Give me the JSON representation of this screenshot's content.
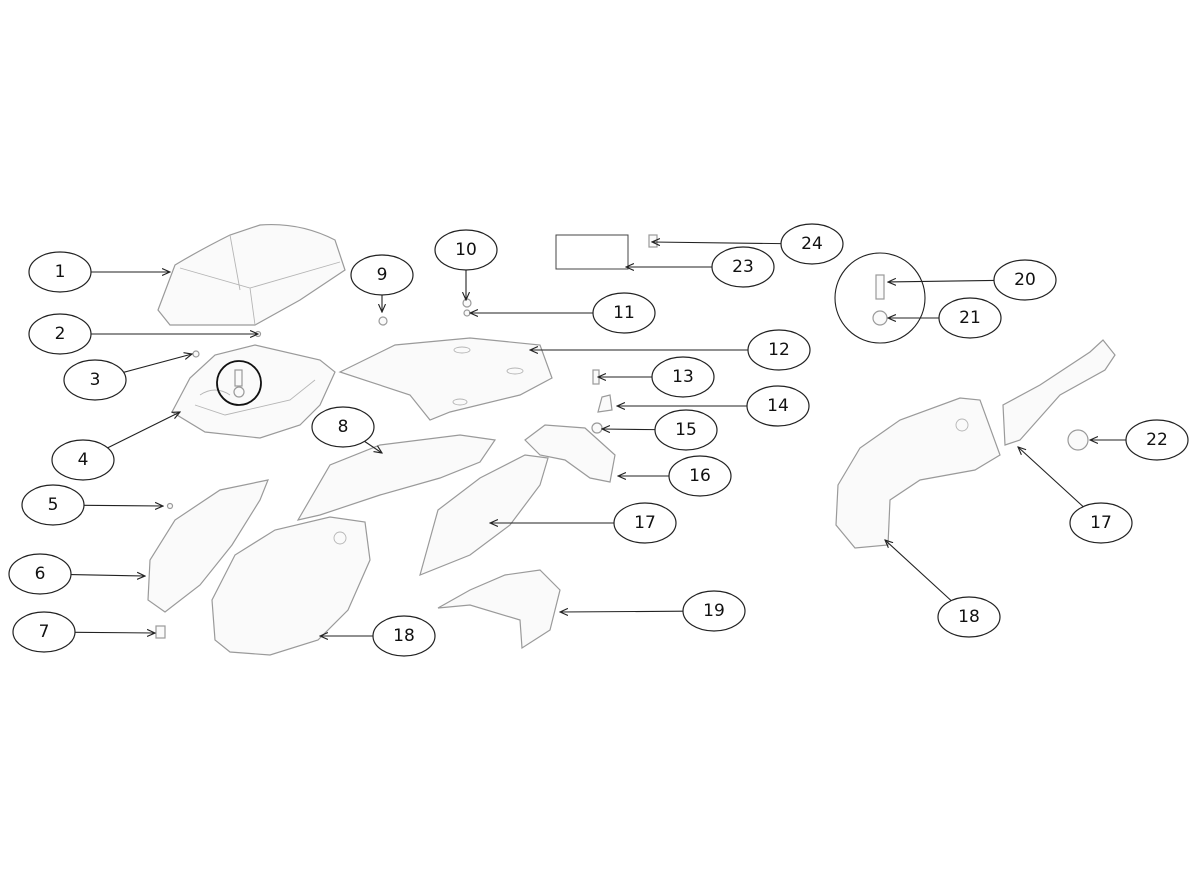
{
  "diagram": {
    "type": "exploded parts diagram",
    "callouts": [
      {
        "label": "1"
      },
      {
        "label": "2"
      },
      {
        "label": "3"
      },
      {
        "label": "4"
      },
      {
        "label": "5"
      },
      {
        "label": "6"
      },
      {
        "label": "7"
      },
      {
        "label": "8"
      },
      {
        "label": "9"
      },
      {
        "label": "10"
      },
      {
        "label": "11"
      },
      {
        "label": "12"
      },
      {
        "label": "13"
      },
      {
        "label": "14"
      },
      {
        "label": "15"
      },
      {
        "label": "16"
      },
      {
        "label": "17"
      },
      {
        "label": "18"
      },
      {
        "label": "19"
      },
      {
        "label": "20"
      },
      {
        "label": "21"
      },
      {
        "label": "22"
      },
      {
        "label": "23"
      },
      {
        "label": "24"
      },
      {
        "label": "17"
      },
      {
        "label": "18"
      }
    ]
  }
}
